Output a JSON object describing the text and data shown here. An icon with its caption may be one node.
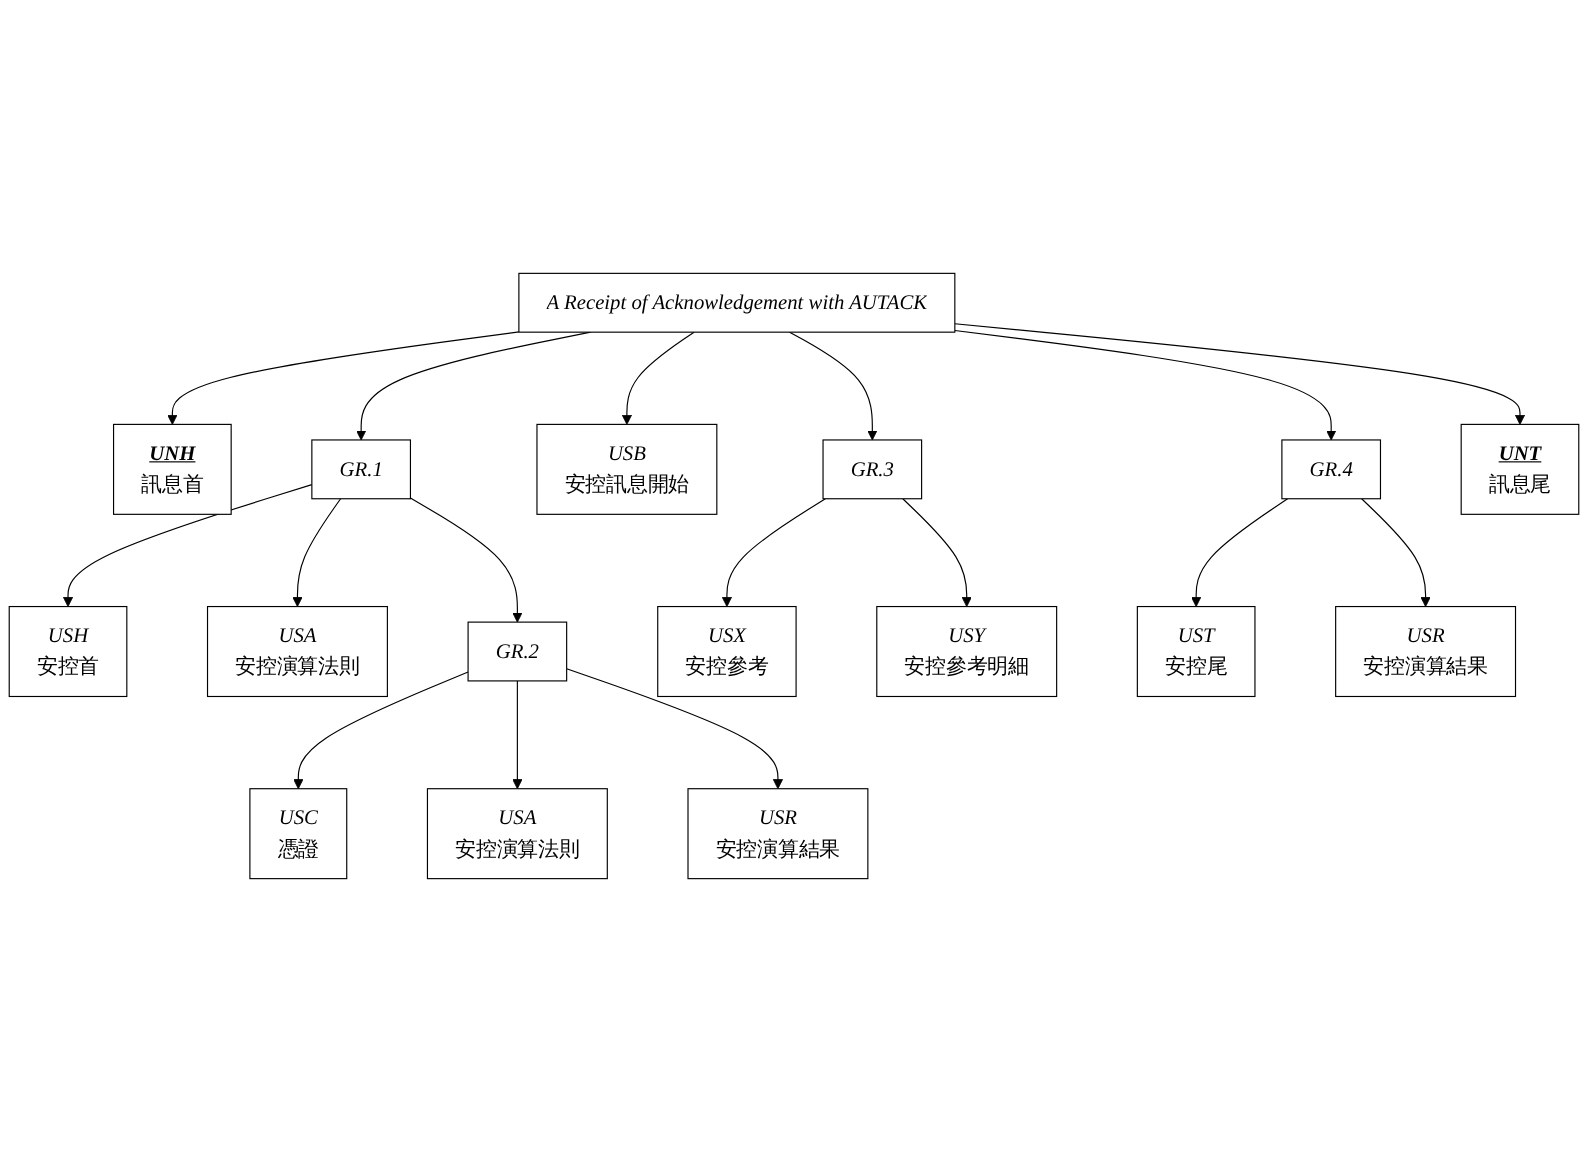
{
  "diagram": {
    "nodes": [
      {
        "text": [
          "A Receipt of Acknowledgement with AUTACK"
        ]
      },
      {
        "text": [
          "UNH",
          "訊息首"
        ]
      },
      {
        "text": [
          "GR.1"
        ]
      },
      {
        "text": [
          "USB",
          "安控訊息開始"
        ]
      },
      {
        "text": [
          "GR.3"
        ]
      },
      {
        "text": [
          "GR.4"
        ]
      },
      {
        "text": [
          "UNT",
          "訊息尾"
        ]
      },
      {
        "text": [
          "USH",
          "安控首"
        ]
      },
      {
        "text": [
          "USA",
          "安控演算法則"
        ]
      },
      {
        "text": [
          "GR.2"
        ]
      },
      {
        "text": [
          "USC",
          "憑證"
        ]
      },
      {
        "text": [
          "USA",
          "安控演算法則"
        ]
      },
      {
        "text": [
          "USR",
          "安控演算結果"
        ]
      },
      {
        "text": [
          "USX",
          "安控參考"
        ]
      },
      {
        "text": [
          "USY",
          "安控參考明細"
        ]
      },
      {
        "text": [
          "UST",
          "安控尾"
        ]
      },
      {
        "text": [
          "USR",
          "安控演算結果"
        ]
      }
    ],
    "edges": [
      {
        "from": 0,
        "to": 1,
        "arrow": "to"
      },
      {
        "from": 0,
        "to": 2,
        "arrow": "to"
      },
      {
        "from": 0,
        "to": 3,
        "arrow": "to"
      },
      {
        "from": 0,
        "to": 4,
        "arrow": "to"
      },
      {
        "from": 0,
        "to": 5,
        "arrow": "to"
      },
      {
        "from": 0,
        "to": 6,
        "arrow": "to"
      },
      {
        "from": 2,
        "to": 7,
        "arrow": "to"
      },
      {
        "from": 2,
        "to": 8,
        "arrow": "to"
      },
      {
        "from": 2,
        "to": 9,
        "arrow": "to"
      },
      {
        "from": 9,
        "to": 10,
        "arrow": "to"
      },
      {
        "from": 9,
        "to": 11,
        "arrow": "to"
      },
      {
        "from": 9,
        "to": 12,
        "arrow": "to"
      },
      {
        "from": 4,
        "to": 13,
        "arrow": "to"
      },
      {
        "from": 4,
        "to": 14,
        "arrow": "to"
      },
      {
        "from": 5,
        "to": 15,
        "arrow": "to"
      },
      {
        "from": 5,
        "to": 16,
        "arrow": "to"
      }
    ]
  }
}
